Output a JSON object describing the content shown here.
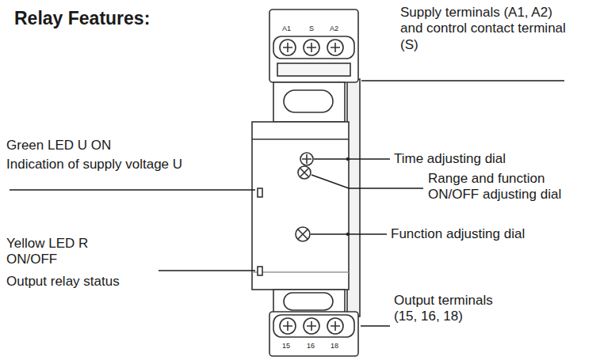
{
  "diagram": {
    "title": "Relay Features:",
    "labels": [
      "Supply terminals (A1, A2) and control contact terminal (S)",
      "Time adjusting dial",
      "Range and function ON/OFF adjusting dial",
      "Function adjusting dial",
      "Output terminals (15, 16, 18)",
      "Green LED U ON",
      "Indication of supply voltage U",
      "Yellow LED R ON/OFF",
      "Output relay status",
      "A1",
      "S",
      "A2",
      "15",
      "16",
      "18"
    ]
  }
}
